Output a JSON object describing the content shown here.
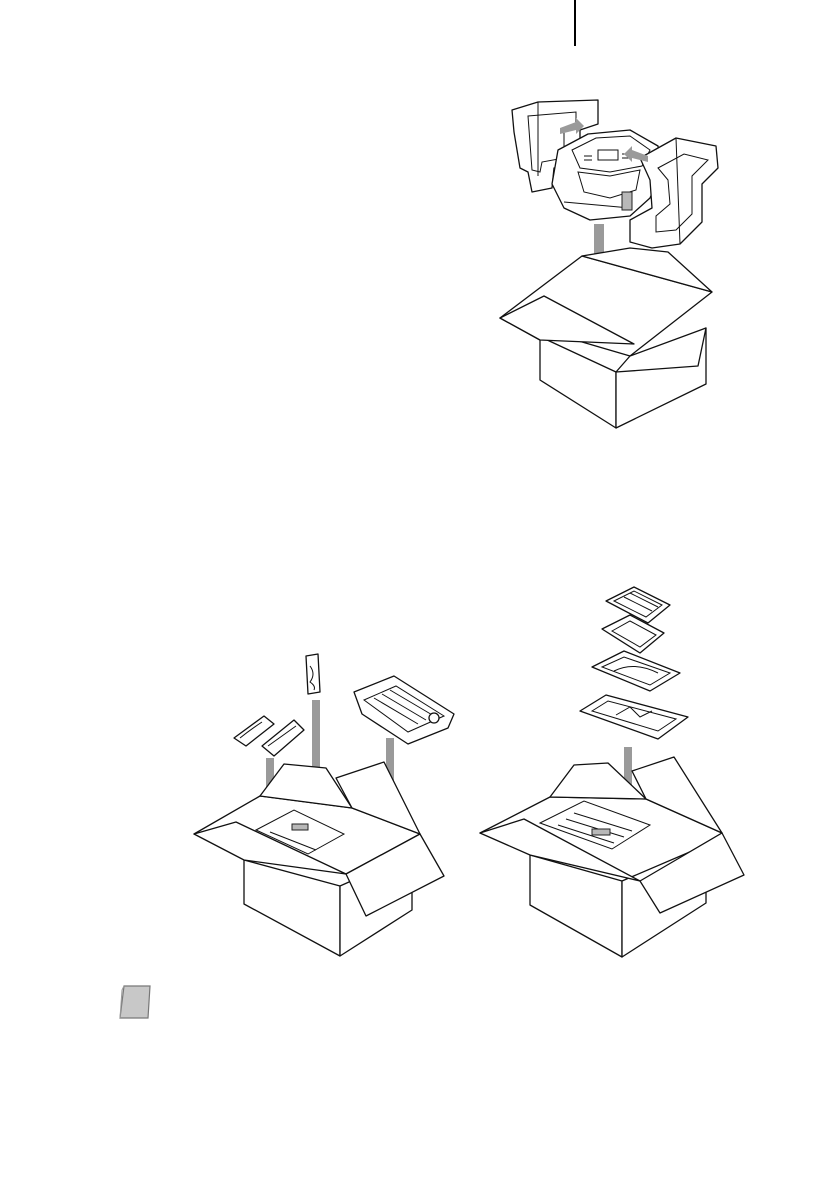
{
  "page": {
    "illustrations": [
      {
        "id": "repack-main-unit",
        "description_icon": "fax-machine-in-foam-packing-icon"
      },
      {
        "id": "repack-accessories",
        "description_icon": "accessories-into-box-icon"
      },
      {
        "id": "repack-trays",
        "description_icon": "trays-into-box-icon"
      }
    ],
    "note_icon": "note-page-icon",
    "colors": {
      "arrow": "#9a9a9a",
      "line": "#111111",
      "note_fill": "#c8c8c8"
    }
  }
}
